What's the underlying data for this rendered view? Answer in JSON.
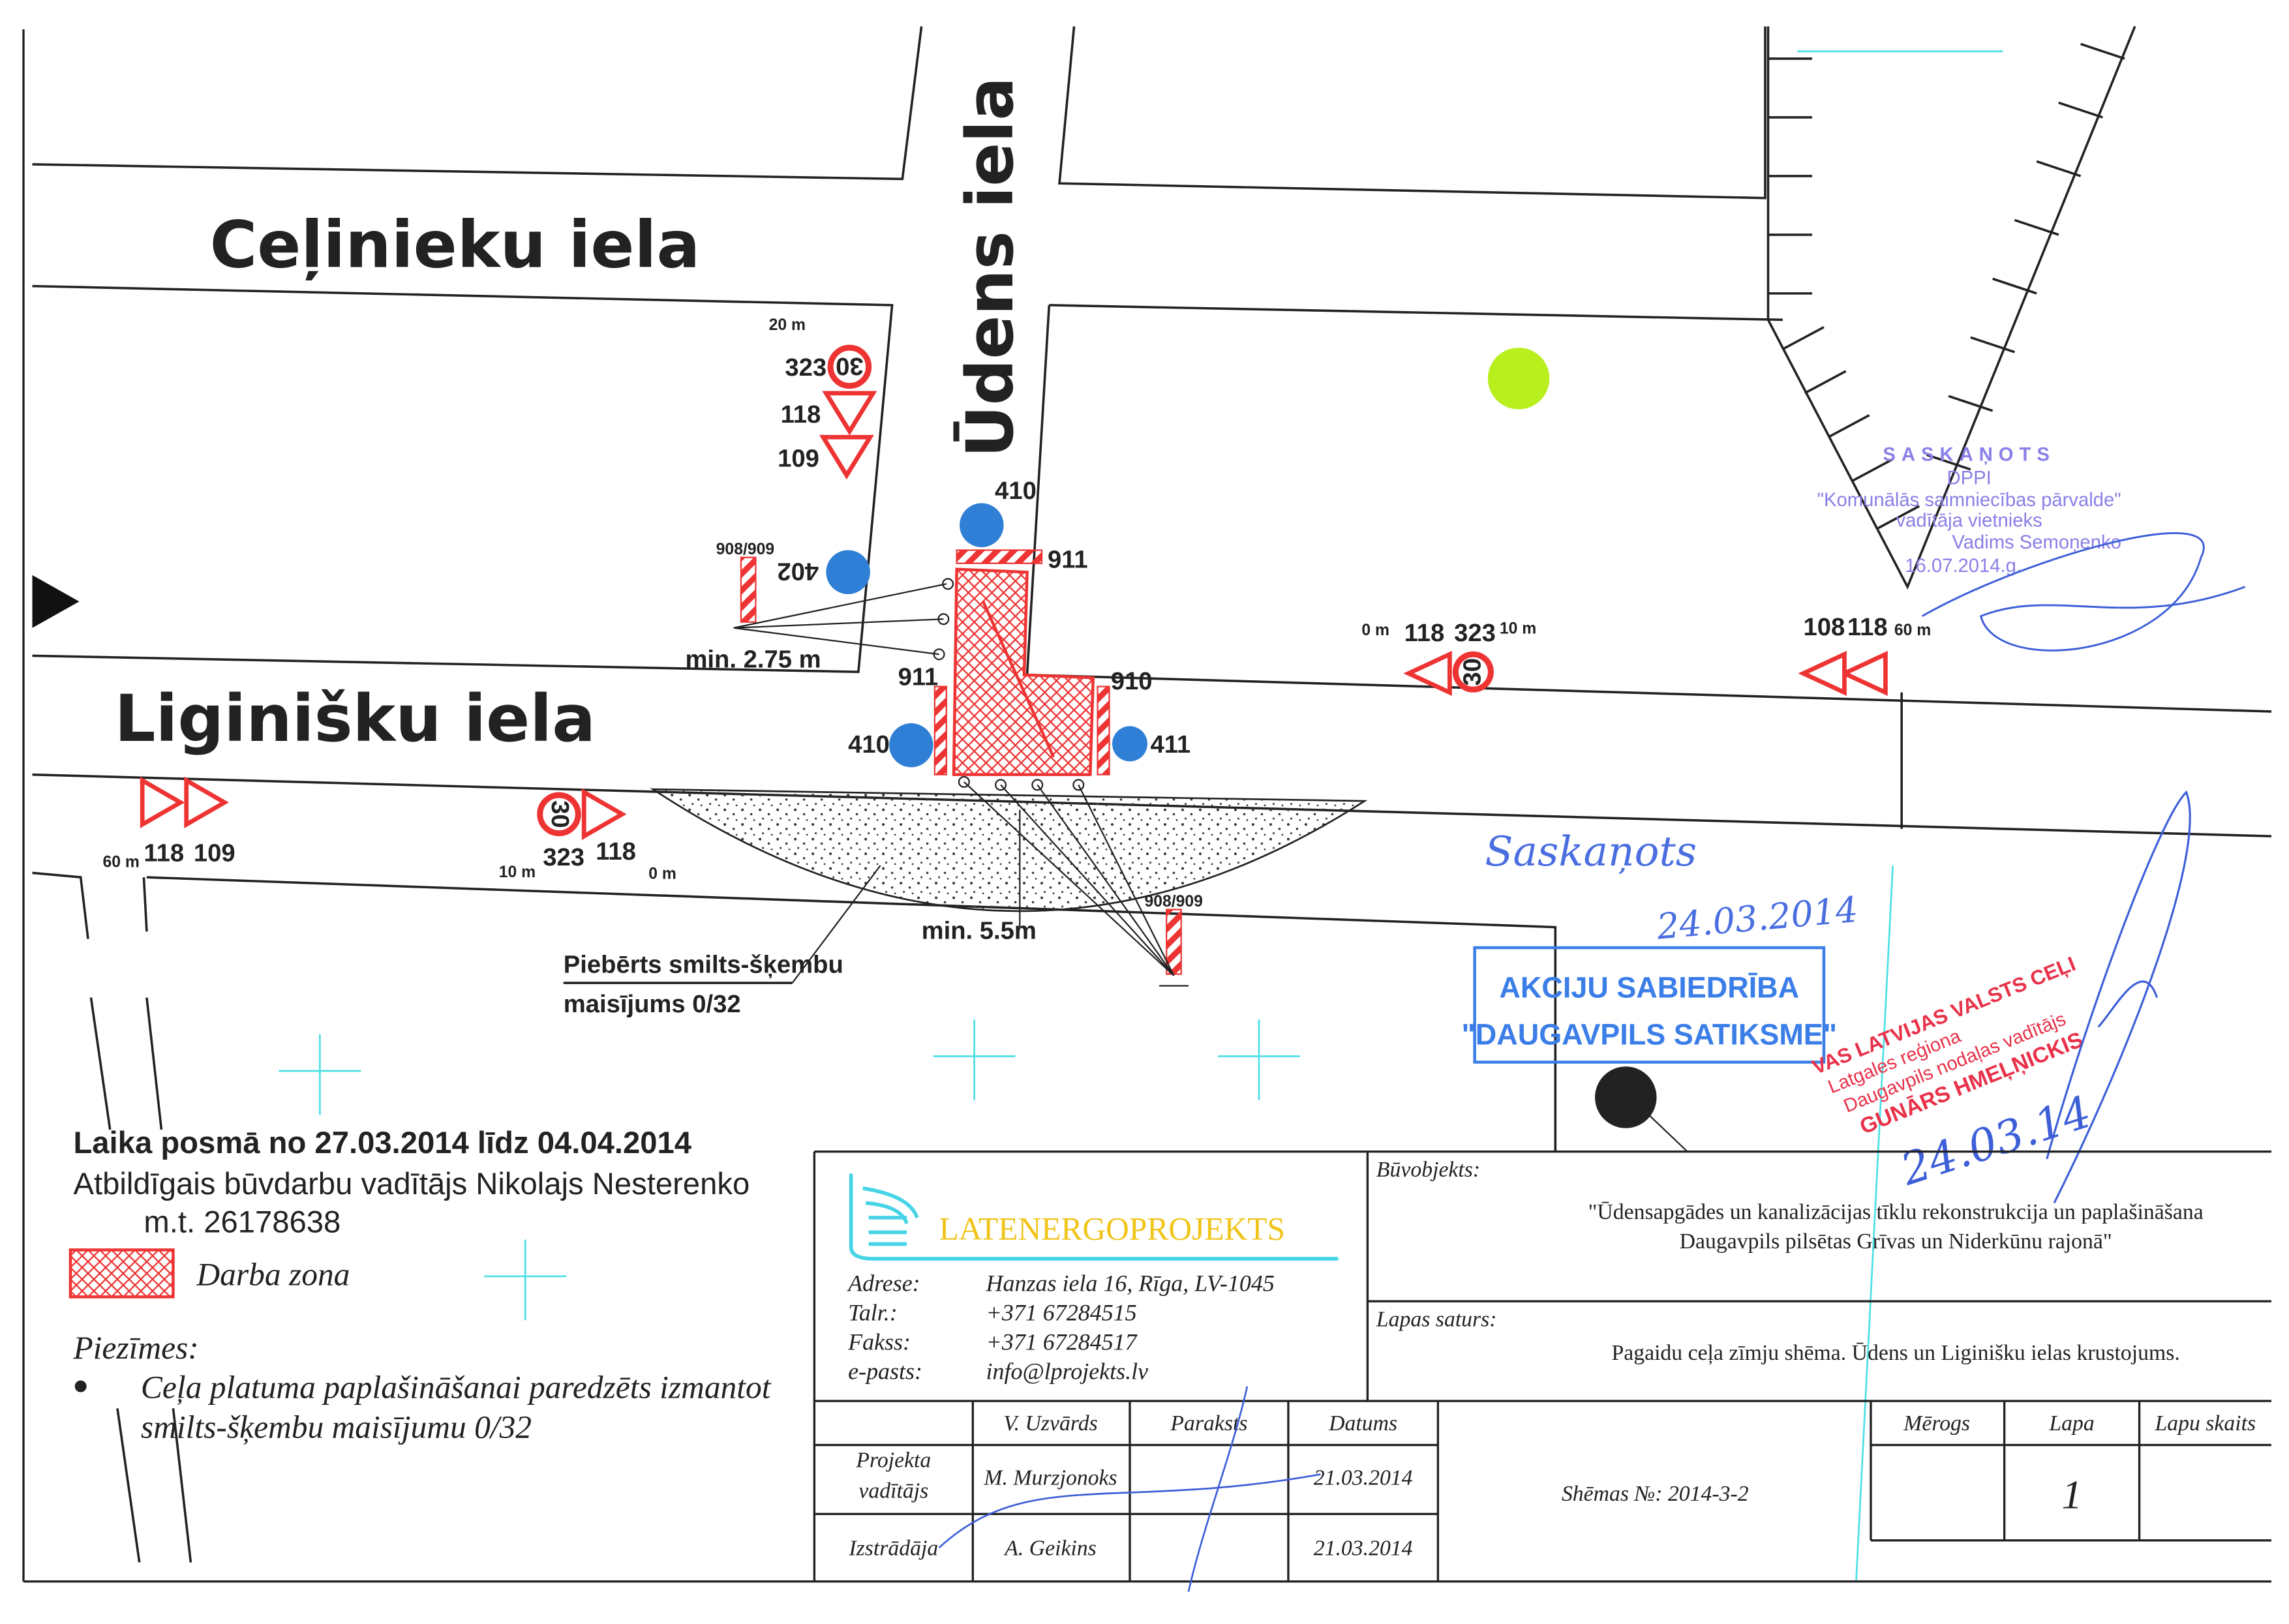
{
  "streets": {
    "celinieku": "Ceļinieku iela",
    "udens": "Ūdens iela",
    "liginisku": "Liginišku iela"
  },
  "sign_labels": [
    "20 m",
    "323",
    "118",
    "109",
    "908/909",
    "402",
    "410",
    "911",
    "min. 2.75 m",
    "911",
    "910",
    "410",
    "411",
    "0 m",
    "118",
    "323",
    "10 m",
    "108",
    "118",
    "60 m",
    "60 m",
    "118",
    "109",
    "10 m",
    "323",
    "118",
    "0 m",
    "min. 5.5m",
    "908/909",
    "Piebērts smilts-šķembu",
    "maisījums 0/32"
  ],
  "speed_limit": "30",
  "notes": {
    "period": "Laika posmā no 27.03.2014 līdz 04.04.2014",
    "manager": "Atbildīgais būvdarbu vadītājs Nikolajs Nesterenko",
    "phone": "m.t. 26178638",
    "legend_work_zone": "Darba zona",
    "remarks_title": "Piezīmes:",
    "remark_line1": "Ceļa platuma paplašināšanai paredzēts izmantot",
    "remark_line2": "smilts-šķembu maisījumu 0/32"
  },
  "stamps": {
    "dppi": [
      "SASKAŅOTS",
      "DPPI",
      "\"Komunālās saimniecības pārvalde\"",
      "vadītāja vietnieks",
      "Vadims Semoņenko",
      "16.07.2014.g."
    ],
    "handwritten_agreed": "Saskaņots",
    "handwritten_date1": "24.03.2014",
    "satiksme": [
      "AKCIJU SABIEDRĪBA",
      "\"DAUGAVPILS SATIKSME\""
    ],
    "lvc": [
      "VAS LATVIJAS VALSTS CEĻI",
      "Latgales reģiona",
      "Daugavpils nodaļas vadītājs",
      "GUNĀRS HMEĻŅICKIS"
    ],
    "handwritten_date2": "24.03.14"
  },
  "title_block": {
    "company": "LATENERGOPROJEKTS",
    "address_label": "Adrese:",
    "address": "Hanzas iela 16, Rīga, LV-1045",
    "phone_label": "Talr.:",
    "phone": "+371 67284515",
    "fax_label": "Fakss:",
    "fax": "+371 67284517",
    "email_label": "e-pasts:",
    "email": "info@lprojekts.lv",
    "object_label": "Būvobjekts:",
    "object_line1": "\"Ūdensapgādes un kanalizācijas tīklu rekonstrukcija un paplašināšana",
    "object_line2": "Daugavpils pilsētas Grīvas un Niderkūnu rajonā\"",
    "content_label": "Lapas saturs:",
    "content": "Pagaidu ceļa zīmju shēma. Ūdens un Liginišku ielas krustojums.",
    "headers": {
      "name": "V. Uzvārds",
      "signature": "Paraksts",
      "date": "Datums",
      "scale": "Mērogs",
      "sheet": "Lapa",
      "sheets": "Lapu skaits"
    },
    "rows": [
      {
        "role1": "Projekta",
        "role2": "vadītājs",
        "name": "M. Murzjonoks",
        "date": "21.03.2014"
      },
      {
        "role1": "Izstrādāja",
        "role2": "",
        "name": "A. Geikins",
        "date": "21.03.2014"
      }
    ],
    "scheme_no": "Shēmas №: 2014-3-2",
    "sheet_value": "1"
  }
}
